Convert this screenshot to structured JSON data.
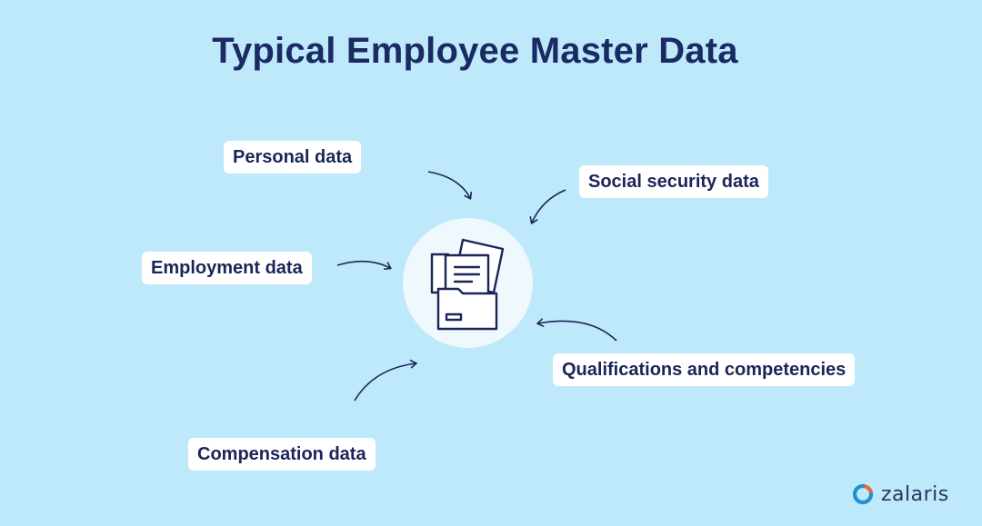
{
  "title": "Typical Employee Master Data",
  "center": {
    "icon": "folder-documents-icon"
  },
  "items": [
    {
      "label": "Personal data"
    },
    {
      "label": "Social security data"
    },
    {
      "label": "Employment data"
    },
    {
      "label": "Qualifications and competencies"
    },
    {
      "label": "Compensation data"
    }
  ],
  "brand": {
    "name": "zalaris",
    "accent": "#e86b2e",
    "secondary": "#1f8fd6"
  },
  "colors": {
    "background": "#bde9fb",
    "text": "#1b2559",
    "circle": "#eef8fd"
  }
}
